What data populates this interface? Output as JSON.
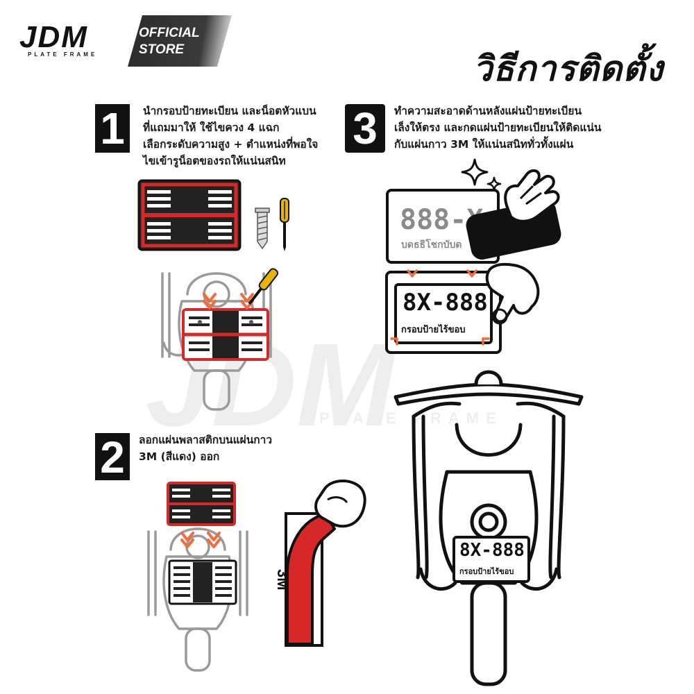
{
  "brand": {
    "logo_text": "JDM",
    "logo_subtext": "PLATE FRAME",
    "store_label_line1": "OFFICIAL",
    "store_label_line2": "STORE"
  },
  "page_title": "วิธีการติดตั้ง",
  "steps": [
    {
      "number": "1",
      "lines": [
        "นำกรอบป้ายทะเบียน และน็อตหัวแบน",
        "ที่แถมมาให้ ใช้ไขควง 4 แฉก",
        "เลือกระดับความสูง + ตำแหน่งที่พอใจ",
        "ไขเข้ารูน็อตของรถให้แน่นสนิท"
      ]
    },
    {
      "number": "2",
      "lines": [
        "ลอกแผ่นพลาสติกบนแผ่นกาว",
        "3M (สีแดง) ออก"
      ]
    },
    {
      "number": "3",
      "lines": [
        "ทำความสะอาดด้านหลังแผ่นป้ายทะเบียน",
        "เล็งให้ตรง และกดแผ่นป้ายทะเบียนให้ติดแน่น",
        "กับแผ่นกาว 3M ให้แน่นสนิททั่วทั้งแผ่น"
      ]
    }
  ],
  "illustrations": {
    "old_plate_number": "888-X",
    "old_plate_subtext": "บดธธิโชกบับด",
    "new_plate_number": "8X-888",
    "new_plate_subtext": "กรอบป้ายไร้ขอบ",
    "tape_label": "3M",
    "watermark_text": "JDM",
    "watermark_subtext": "PLATE FRAME"
  },
  "colors": {
    "accent_red": "#d62828",
    "arrow_orange": "#f26b38",
    "screwdriver_yellow": "#e8b400",
    "dark": "#111111",
    "gray_line": "#9a9a9a"
  }
}
